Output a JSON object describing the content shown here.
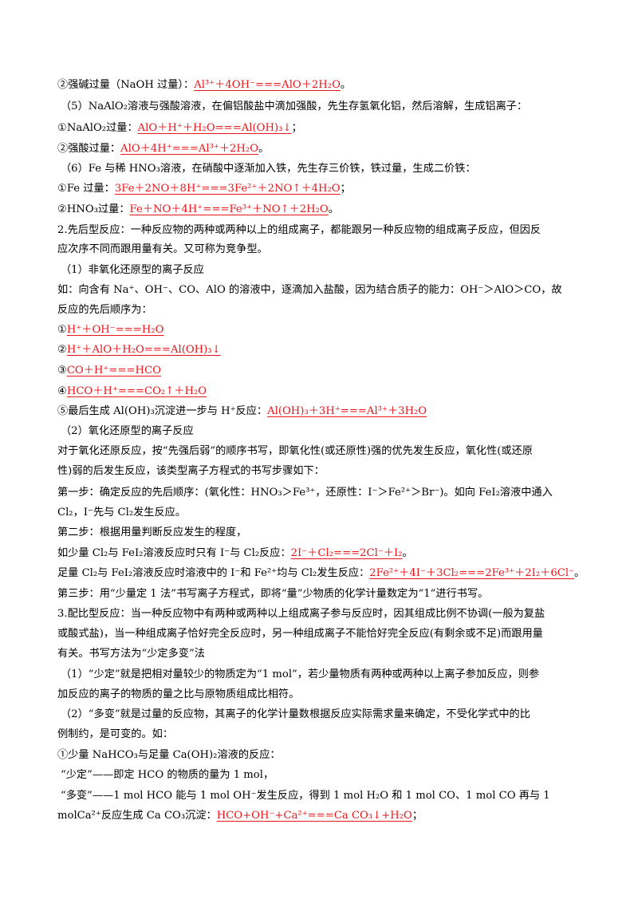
{
  "lines": [
    {
      "p": "②强碱过量（NaOH 过量）：",
      "a": "Al³⁺＋4OH⁻===AlO＋2H₂O",
      "s": "。"
    },
    {
      "p": "（5）NaAlO₂溶液与强酸溶液，在偏铝酸盐中滴加强酸，先生存氢氧化铝，然后溶解，生成铝离子：",
      "a": "",
      "s": ""
    },
    {
      "p": "①NaAlO₂过量：",
      "a": "AlO＋H⁺＋H₂O===Al(OH)₃↓",
      "s": "；"
    },
    {
      "p": "②强酸过量：",
      "a": "AlO＋4H⁺===Al³⁺＋2H₂O",
      "s": "。"
    },
    {
      "p": "（6）Fe 与稀 HNO₃溶液，在硝酸中逐渐加入铁，先生存三价铁，铁过量，生成二价铁：",
      "a": "",
      "s": ""
    },
    {
      "p": "①Fe 过量：",
      "a": "3Fe＋2NO＋8H⁺===3Fe²⁺＋2NO↑＋4H₂O",
      "s": "；"
    },
    {
      "p": "②HNO₃过量：",
      "a": "Fe＋NO＋4H⁺===Fe³⁺＋NO↑＋2H₂O",
      "s": "。"
    },
    {
      "p": "2.先后型反应：一种反应物的两种或两种以上的组成离子，都能跟另一种反应物的组成离子反应，但因反",
      "a": "",
      "s": ""
    },
    {
      "p": "应次序不同而跟用量有关。又可称为竞争型。",
      "a": "",
      "s": ""
    },
    {
      "p": "（1）非氧化还原型的离子反应",
      "a": "",
      "s": ""
    },
    {
      "p": "如：向含有 Na⁺、OH⁻、CO、AlO 的溶液中，逐滴加入盐酸，因为结合质子的能力：OH⁻＞AlO＞CO，故",
      "a": "",
      "s": ""
    },
    {
      "p": "反应的先后顺序为：",
      "a": "",
      "s": ""
    },
    {
      "p": "①",
      "a": "H⁺＋OH⁻===H₂O",
      "s": ""
    },
    {
      "p": "②",
      "a": "H⁺＋AlO＋H₂O===Al(OH)₃↓",
      "s": ""
    },
    {
      "p": "③",
      "a": "CO＋H⁺===HCO",
      "s": ""
    },
    {
      "p": "④",
      "a": "HCO＋H⁺===CO₂↑＋H₂O",
      "s": ""
    },
    {
      "p": "⑤最后生成 Al(OH)₃沉淀进一步与 H⁺反应：",
      "a": "Al(OH)₃＋3H⁺===Al³⁺＋3H₂O",
      "s": ""
    },
    {
      "p": "（2）氧化还原型的离子反应",
      "a": "",
      "s": ""
    },
    {
      "p": "对于氧化还原反应，按“先强后弱”的顺序书写，即氧化性(或还原性)强的优先发生反应，氧化性(或还原",
      "a": "",
      "s": ""
    },
    {
      "p": "性)弱的后发生反应，该类型离子方程式的书写步骤如下：",
      "a": "",
      "s": ""
    },
    {
      "p": "第一步：确定反应的先后顺序：(氧化性：HNO₃＞Fe³⁺，还原性：I⁻＞Fe²⁺＞Br⁻)。如向 FeI₂溶液中通入",
      "a": "",
      "s": ""
    },
    {
      "p": "Cl₂，I⁻先与 Cl₂发生反应。",
      "a": "",
      "s": ""
    },
    {
      "p": "第二步：根据用量判断反应发生的程度，",
      "a": "",
      "s": ""
    },
    {
      "p": "如少量 Cl₂与 FeI₂溶液反应时只有 I⁻与 Cl₂反应：",
      "a": "2I⁻＋Cl₂===2Cl⁻＋I₂",
      "s": "。"
    },
    {
      "p": "足量 Cl₂与 FeI₂溶液反应时溶液中的 I⁻和 Fe²⁺均与 Cl₂发生反应：",
      "a": "2Fe²⁺＋4I⁻＋3Cl₂===2Fe³⁺＋2I₂＋6Cl⁻",
      "s": "。"
    },
    {
      "p": "第三步：用“少量定 1 法”书写离子方程式，即将“量”少物质的化学计量数定为“1”进行书写。",
      "a": "",
      "s": ""
    },
    {
      "p": "3.配比型反应：当一种反应物中有两种或两种以上组成离子参与反应时，因其组成比例不协调(一般为复盐",
      "a": "",
      "s": ""
    },
    {
      "p": "或酸式盐)，当一种组成离子恰好完全反应时，另一种组成离子不能恰好完全反应(有剩余或不足)而跟用量",
      "a": "",
      "s": ""
    },
    {
      "p": "有关。书写方法为“少定多变”法",
      "a": "",
      "s": ""
    },
    {
      "p": "（1）“少定”就是把相对量较少的物质定为“1 mol”，若少量物质有两种或两种以上离子参加反应，则参",
      "a": "",
      "s": ""
    },
    {
      "p": "加反应的离子的物质的量之比与原物质组成比相符。",
      "a": "",
      "s": ""
    },
    {
      "p": "（2）“多变”就是过量的反应物，其离子的化学计量数根据反应实际需求量来确定，不受化学式中的比",
      "a": "",
      "s": ""
    },
    {
      "p": "例制约，是可变的。如：",
      "a": "",
      "s": ""
    },
    {
      "p": "①少量 NaHCO₃与足量 Ca(OH)₂溶液的反应：",
      "a": "",
      "s": ""
    },
    {
      "p": "“少定”——即定 HCO 的物质的量为 1 mol，",
      "a": "",
      "s": ""
    },
    {
      "p": "“多变”——1 mol HCO 能与 1 mol OH⁻发生反应，得到 1 mol H₂O 和 1 mol CO、1 mol CO 再与 1",
      "a": "",
      "s": ""
    },
    {
      "p": "molCa²⁺反应生成 Ca CO₃沉淀：",
      "a": "HCO+OH⁻+Ca²⁺===Ca CO₃↓+H₂O",
      "s": "；"
    }
  ]
}
